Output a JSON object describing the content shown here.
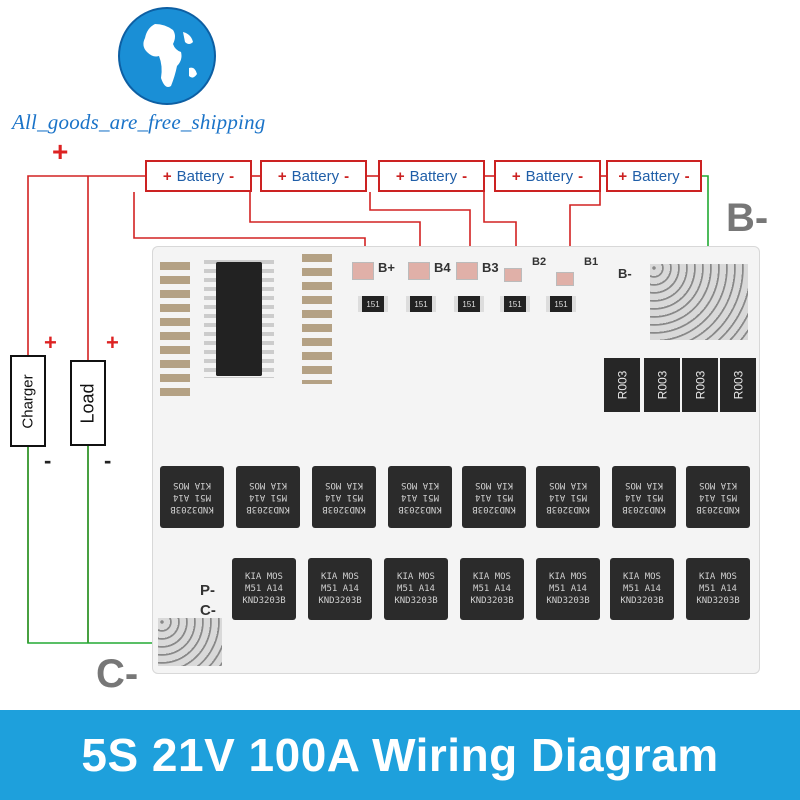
{
  "logo": {
    "shop_name": "All_goods_are_free_shipping"
  },
  "wiring": {
    "top_plus": "+",
    "batteries": [
      {
        "label": "Battery",
        "plus": "+",
        "minus": "-"
      },
      {
        "label": "Battery",
        "plus": "+",
        "minus": "-"
      },
      {
        "label": "Battery",
        "plus": "+",
        "minus": "-"
      },
      {
        "label": "Battery",
        "plus": "+",
        "minus": "-"
      },
      {
        "label": "Battery",
        "plus": "+",
        "minus": "-"
      }
    ],
    "charger": {
      "label": "Charger",
      "plus": "+",
      "minus": "-"
    },
    "load": {
      "label": "Load",
      "plus": "+",
      "minus": "-"
    },
    "b_minus_label": "B-",
    "c_minus_label": "C-",
    "wire_color_positive": "#d22222",
    "wire_color_negative": "#22aa33"
  },
  "board": {
    "pads": [
      "B+",
      "B4",
      "B3",
      "B2",
      "B1",
      "B-"
    ],
    "side_pads": [
      "P-",
      "C-"
    ],
    "small_resistor_code": "151",
    "shunt_resistor_code": "R003",
    "mosfet_lines": [
      "KIA  MOS",
      "M51  A14",
      "KND3203B"
    ]
  },
  "banner": {
    "text": "5S 21V 100A Wiring Diagram",
    "color": "#1ea0dc"
  }
}
